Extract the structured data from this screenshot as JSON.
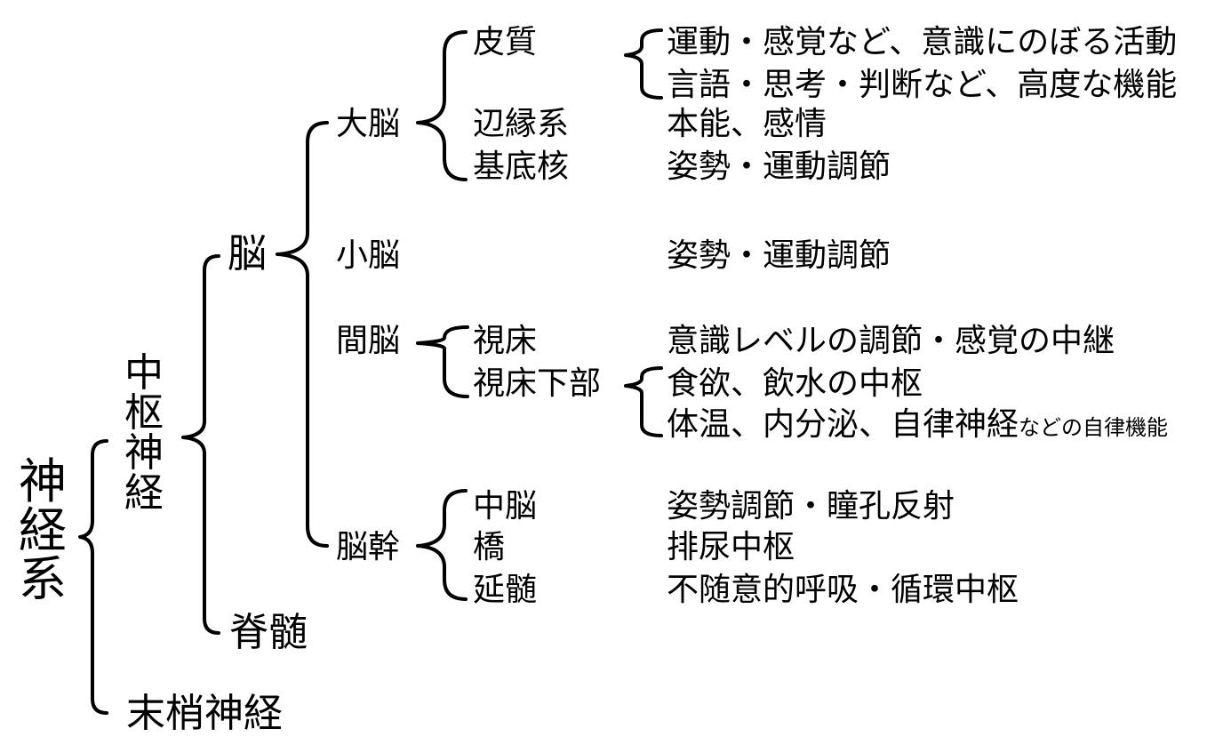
{
  "root": "神経系",
  "central": "中枢神経",
  "peripheral": "末梢神経",
  "brain": "脳",
  "spinal_cord": "脊髄",
  "cerebrum": {
    "label": "大脳",
    "cortex": "皮質",
    "cortex_func_1": "運動・感覚など、意識にのぼる活動",
    "cortex_func_2": "言語・思考・判断など、高度な機能",
    "limbic": "辺縁系",
    "limbic_func": "本能、感情",
    "basal": "基底核",
    "basal_func": "姿勢・運動調節"
  },
  "cerebellum": {
    "label": "小脳",
    "func": "姿勢・運動調節"
  },
  "diencephalon": {
    "label": "間脳",
    "thalamus": "視床",
    "thalamus_func": "意識レベルの調節・感覚の中継",
    "hypothalamus": "視床下部",
    "hypo_func_1": "食欲、飲水の中枢",
    "hypo_func_2": "体温、内分泌、自律神経",
    "hypo_func_2_small": "などの自律機能"
  },
  "brainstem": {
    "label": "脳幹",
    "midbrain": "中脳",
    "midbrain_func": "姿勢調節・瞳孔反射",
    "pons": "橋",
    "pons_func": "排尿中枢",
    "medulla": "延髄",
    "medulla_func": "不随意的呼吸・循環中枢"
  }
}
